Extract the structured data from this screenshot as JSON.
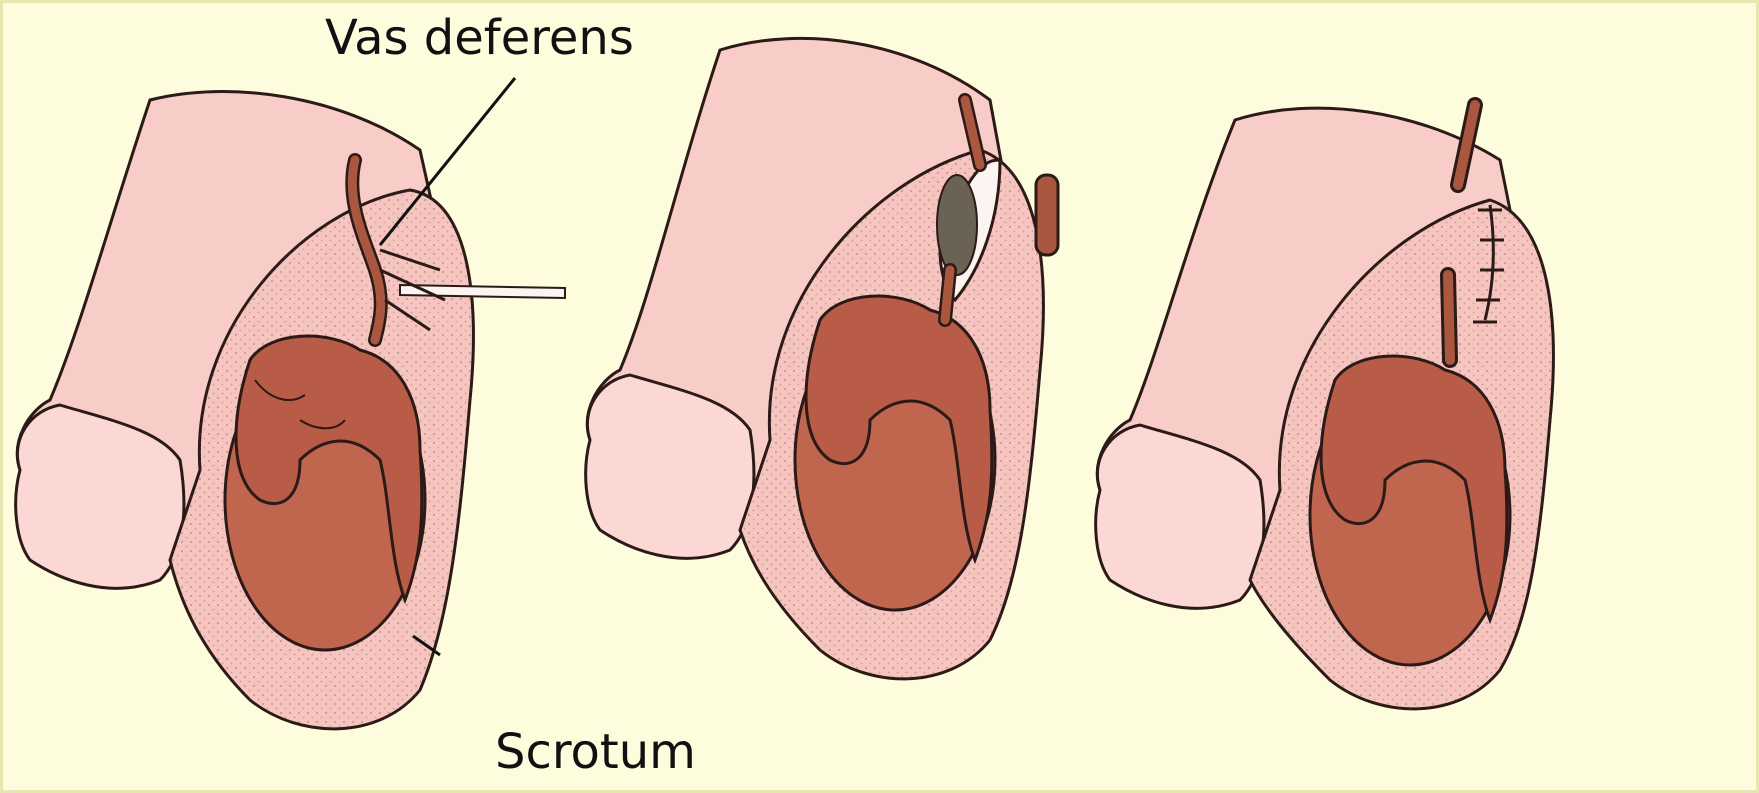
{
  "diagram": {
    "labels": {
      "vas_deferens": "Vas deferens",
      "scrotum": "Scrotum"
    },
    "panels": [
      "vas-isolated-panel",
      "vas-cut-panel",
      "incision-closed-panel"
    ],
    "colors": {
      "background": "#fdfcdc",
      "skin": "#f7c9c4",
      "skin_shade": "#e9a9a4",
      "testis": "#c0664f",
      "epididymis": "#b85c47",
      "vas": "#a9573f",
      "outline": "#2b1a17"
    }
  }
}
